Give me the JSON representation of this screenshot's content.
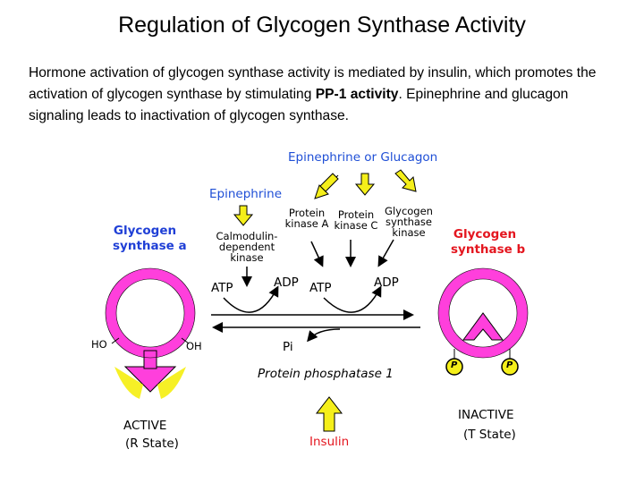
{
  "title": "Regulation of Glycogen Synthase Activity",
  "intro": {
    "part1": "Hormone activation of glycogen synthase activity is mediated by insulin, which promotes the activation of glycogen synthase by stimulating ",
    "bold": "PP-1 activity",
    "part2": ". Epinephrine and glucagon signaling leads to inactivation of glycogen synthase."
  },
  "diagram": {
    "epi_glucagon": "Epinephrine or Glucagon",
    "epinephrine": "Epinephrine",
    "calmodulin_kinase": [
      "Calmodulin-",
      "dependent",
      "kinase"
    ],
    "pka": [
      "Protein",
      "kinase A"
    ],
    "pkc": [
      "Protein",
      "kinase C"
    ],
    "gsk": [
      "Glycogen",
      "synthase",
      "kinase"
    ],
    "gs_a": [
      "Glycogen",
      "synthase a"
    ],
    "gs_b": [
      "Glycogen",
      "synthase b"
    ],
    "atp1": "ATP",
    "adp1": "ADP",
    "atp2": "ATP",
    "adp2": "ADP",
    "pi": "Pi",
    "pp1": "Protein phosphatase 1",
    "insulin": "Insulin",
    "ho": "HO",
    "oh": "OH",
    "p1": "P",
    "p2": "P",
    "active": "ACTIVE",
    "r_state": "(R State)",
    "inactive": "INACTIVE",
    "t_state": "(T State)",
    "colors": {
      "magenta": "#ff3fdc",
      "yellow": "#f5ef1a",
      "blue": "#1f4fd6",
      "red": "#e4161f"
    }
  }
}
